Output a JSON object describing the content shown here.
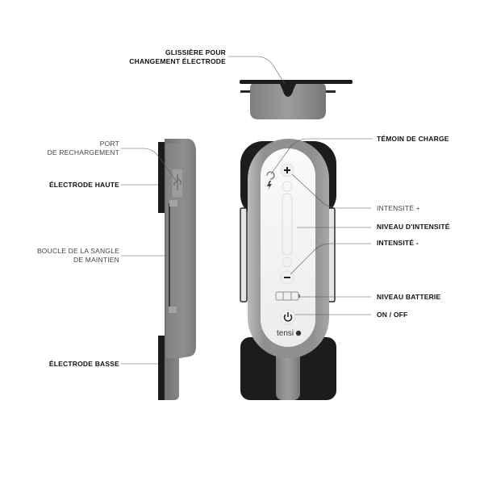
{
  "diagram": {
    "product_logo": "tensi",
    "views": {
      "top": {
        "labels": [
          {
            "id": "slide",
            "line1": "GLISSIÈRE POUR",
            "line2": "CHANGEMENT ÉLECTRODE"
          }
        ]
      },
      "side": {
        "labels": [
          {
            "id": "charging_port",
            "line1": "PORT",
            "line2": "DE RECHARGEMENT"
          },
          {
            "id": "upper_electrode",
            "line1": "ÉLECTRODE HAUTE"
          },
          {
            "id": "strap_buckle",
            "line1": "BOUCLE DE LA SANGLE",
            "line2": "DE MAINTIEN"
          },
          {
            "id": "lower_electrode",
            "line1": "ÉLECTRODE BASSE"
          }
        ]
      },
      "front": {
        "labels": [
          {
            "id": "charge_indicator",
            "line1": "TÉMOIN DE CHARGE"
          },
          {
            "id": "intensity_plus",
            "line1": "INTENSITÉ +"
          },
          {
            "id": "intensity_level",
            "line1": "NIVEAU D'INTENSITÉ"
          },
          {
            "id": "intensity_minus",
            "line1": "INTENSITÉ -"
          },
          {
            "id": "battery_level",
            "line1": "NIVEAU BATTERIE"
          },
          {
            "id": "on_off",
            "line1": "ON / OFF"
          }
        ]
      }
    },
    "colors": {
      "device_gray": "#8a8c8e",
      "device_face": "#f4f4f4",
      "electrode_black": "#1c1c1c",
      "leader_line": "#555555",
      "text": "#1a1a1a"
    }
  }
}
